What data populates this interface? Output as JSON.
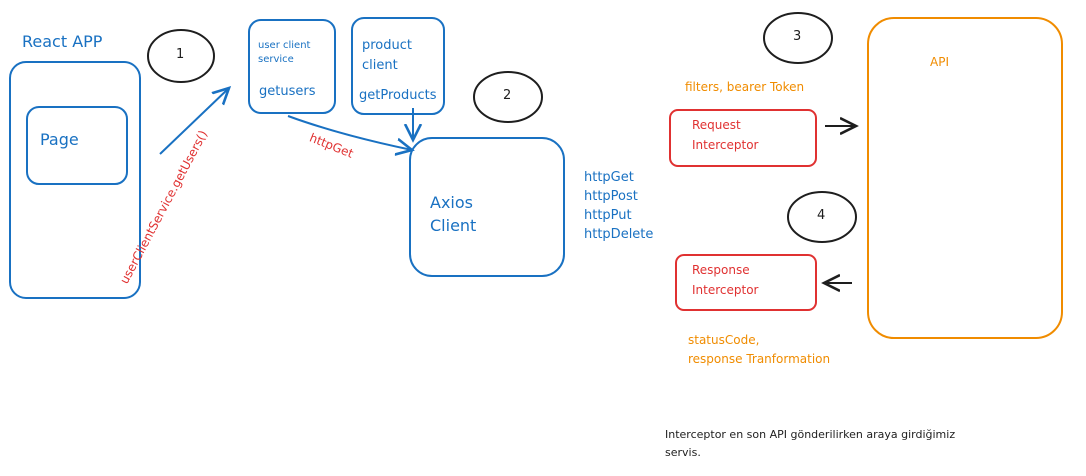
{
  "react_app": {
    "title": "React APP",
    "page_label": "Page"
  },
  "services": {
    "user_client_service_line1": "user client",
    "user_client_service_line2": "service",
    "getusers": "getusers",
    "product_client_line1": "product",
    "product_client_line2": "client",
    "getproducts": "getProducts"
  },
  "calls": {
    "user_call": "userClientService.getUsers()",
    "http_get": "httpGet"
  },
  "axios": {
    "line1": "Axios",
    "line2": "Client",
    "methods": [
      "httpGet",
      "httpPost",
      "httpPut",
      "httpDelete"
    ]
  },
  "interceptors": {
    "request_line1": "Request",
    "request_line2": "Interceptor",
    "request_note": "filters, bearer Token",
    "response_line1": "Response",
    "response_line2": "Interceptor",
    "response_note_line1": "statusCode,",
    "response_note_line2": "response Tranformation"
  },
  "api": {
    "label": "API"
  },
  "steps": [
    "1",
    "2",
    "3",
    "4"
  ],
  "footnote": {
    "line1": "Interceptor en son API gönderilirken araya girdiğimiz",
    "line2": "servis."
  },
  "colors": {
    "blue": "#1971c2",
    "red": "#e03131",
    "orange": "#f08c00",
    "dark": "#1e1e1e"
  }
}
